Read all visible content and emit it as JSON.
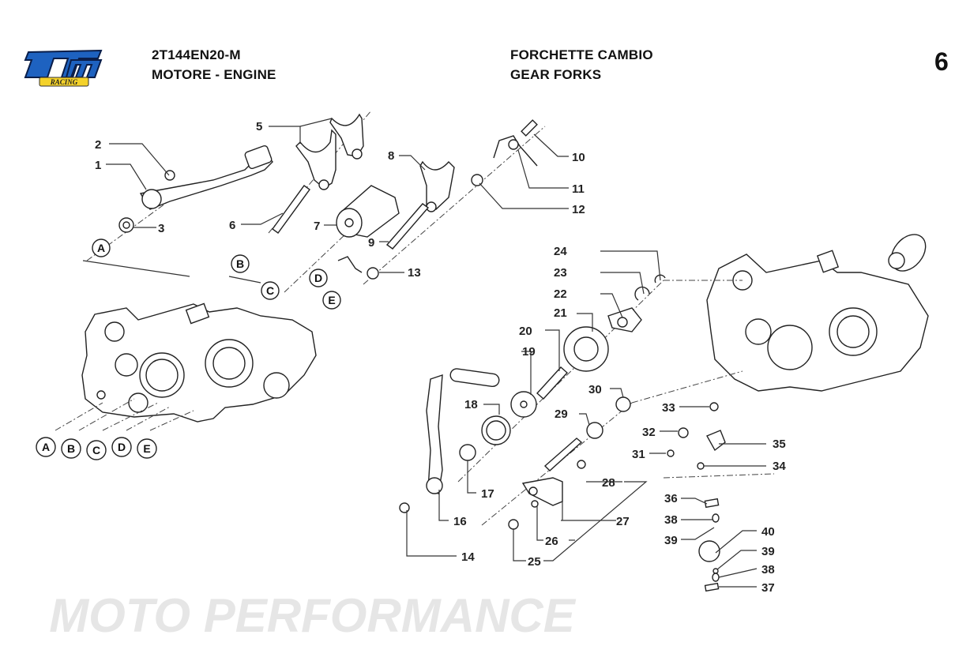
{
  "header": {
    "code": "2T144EN20-M",
    "section": "MOTORE - ENGINE",
    "title_it": "FORCHETTE CAMBIO",
    "title_en": "GEAR FORKS",
    "page_number": "6"
  },
  "logo": {
    "brand": "tm",
    "sub": "RACING",
    "colors": {
      "blue": "#1e62c0",
      "yellow": "#f4d22a"
    }
  },
  "watermark": "MOTO PERFORMANCE",
  "callouts": [
    "1",
    "2",
    "3",
    "5",
    "6",
    "7",
    "8",
    "9",
    "10",
    "11",
    "12",
    "13",
    "14",
    "16",
    "17",
    "18",
    "19",
    "20",
    "21",
    "22",
    "23",
    "24",
    "25",
    "26",
    "27",
    "28",
    "29",
    "30",
    "31",
    "32",
    "33",
    "34",
    "35",
    "36",
    "37",
    "38",
    "39",
    "40",
    "39",
    "38"
  ],
  "reference_markers": {
    "top": [
      "A",
      "B",
      "C",
      "D",
      "E"
    ],
    "bottom": [
      "A",
      "B",
      "C",
      "D",
      "E"
    ]
  }
}
